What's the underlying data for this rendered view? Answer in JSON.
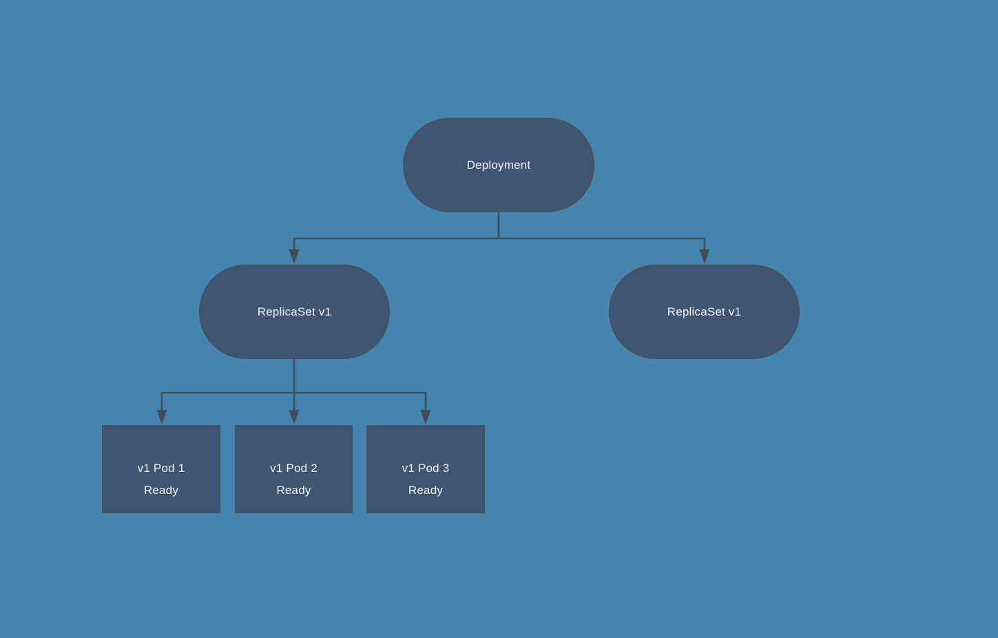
{
  "diagram": {
    "colors": {
      "background": "#4585b0",
      "node_fill": "#3f5573",
      "node_border": "#46515c",
      "connector": "#414c57",
      "text": "#f2f2f2"
    },
    "nodes": {
      "deployment": {
        "label": "Deployment"
      },
      "replicaset_left": {
        "label": "ReplicaSet v1"
      },
      "replicaset_right": {
        "label": "ReplicaSet v1"
      },
      "pod_1": {
        "label": "v1 Pod 1",
        "status": "Ready"
      },
      "pod_2": {
        "label": "v1 Pod 2",
        "status": "Ready"
      },
      "pod_3": {
        "label": "v1 Pod 3",
        "status": "Ready"
      }
    },
    "edges": [
      {
        "from": "deployment",
        "to": "replicaset_left"
      },
      {
        "from": "deployment",
        "to": "replicaset_right"
      },
      {
        "from": "replicaset_left",
        "to": "pod_1"
      },
      {
        "from": "replicaset_left",
        "to": "pod_2"
      },
      {
        "from": "replicaset_left",
        "to": "pod_3"
      }
    ]
  }
}
